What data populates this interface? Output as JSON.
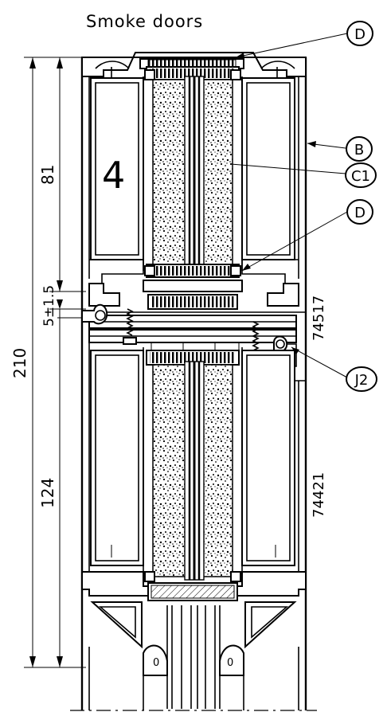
{
  "title": "Smoke doors",
  "detail_number": "4",
  "dimensions": {
    "overall": "210",
    "upper": "81",
    "gap": "5±1.5",
    "lower": "124"
  },
  "profile_codes": {
    "upper": "74517",
    "lower": "74421"
  },
  "callouts": {
    "d_top": "D",
    "b": "B",
    "c1": "C1",
    "d_mid": "D",
    "j2": "J2"
  },
  "markers": {
    "left": "0",
    "right": "0"
  }
}
